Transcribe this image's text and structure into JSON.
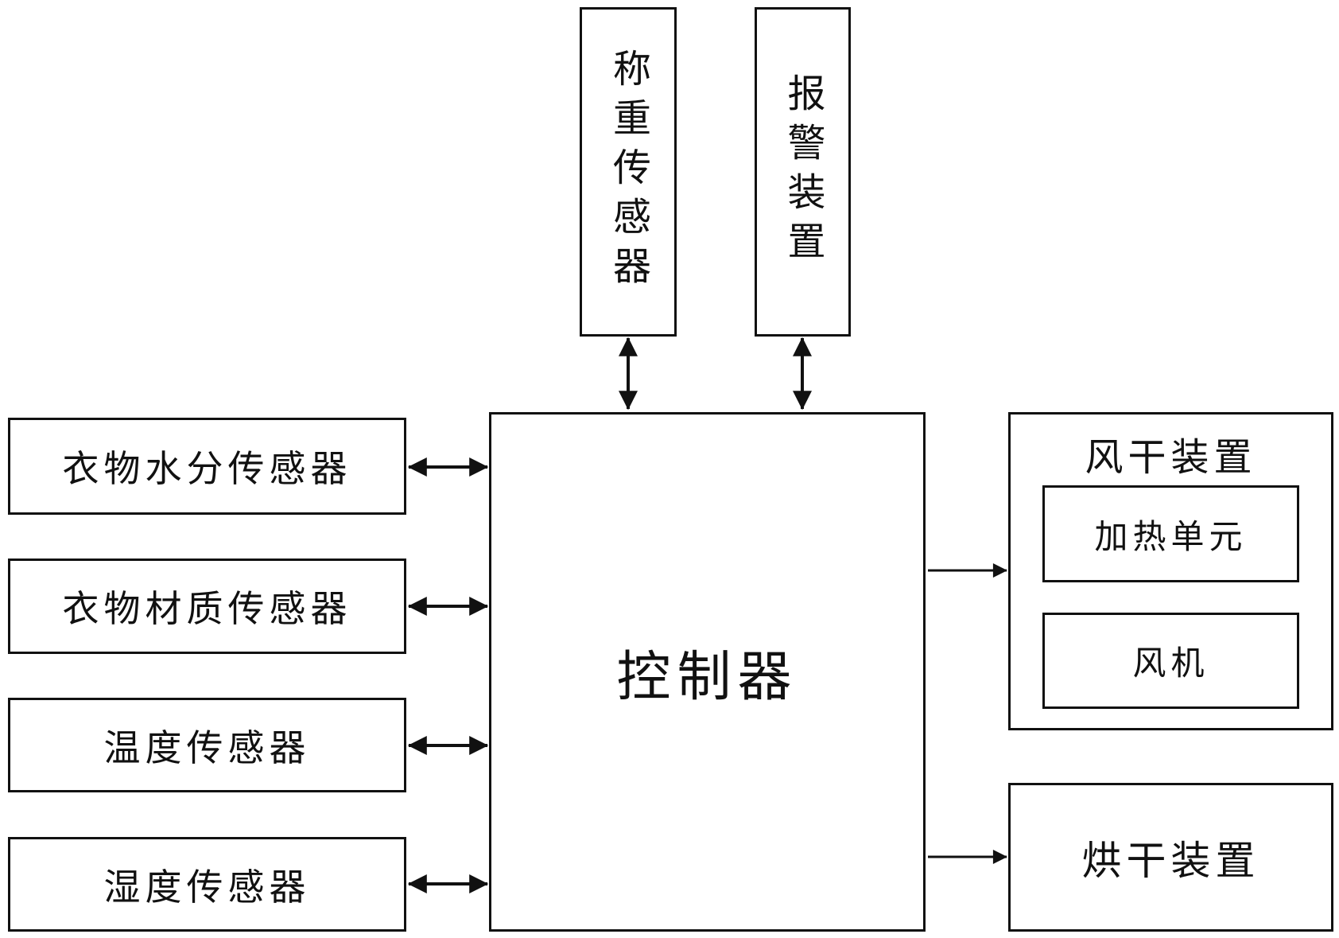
{
  "diagram": {
    "controller": {
      "label": "控制器"
    },
    "top_modules": [
      {
        "id": "weighing-sensor",
        "label": "称重传感器",
        "connection": "bidirectional"
      },
      {
        "id": "alarm-device",
        "label": "报警装置",
        "connection": "bidirectional"
      }
    ],
    "left_modules": [
      {
        "id": "clothes-moisture-sensor",
        "label": "衣物水分传感器",
        "connection": "bidirectional"
      },
      {
        "id": "clothes-material-sensor",
        "label": "衣物材质传感器",
        "connection": "bidirectional"
      },
      {
        "id": "humidity-sensor-1",
        "label": "温度传感器",
        "connection": "bidirectional"
      },
      {
        "id": "humidity-sensor-2",
        "label": "湿度传感器",
        "connection": "bidirectional"
      }
    ],
    "right_modules": [
      {
        "id": "air-dry-device",
        "label": "风干装置",
        "connection": "controller-to-device",
        "children": [
          {
            "id": "heating-unit",
            "label": "加热单元"
          },
          {
            "id": "fan",
            "label": "风机"
          }
        ]
      },
      {
        "id": "drying-device",
        "label": "烘干装置",
        "connection": "controller-to-device"
      }
    ]
  }
}
